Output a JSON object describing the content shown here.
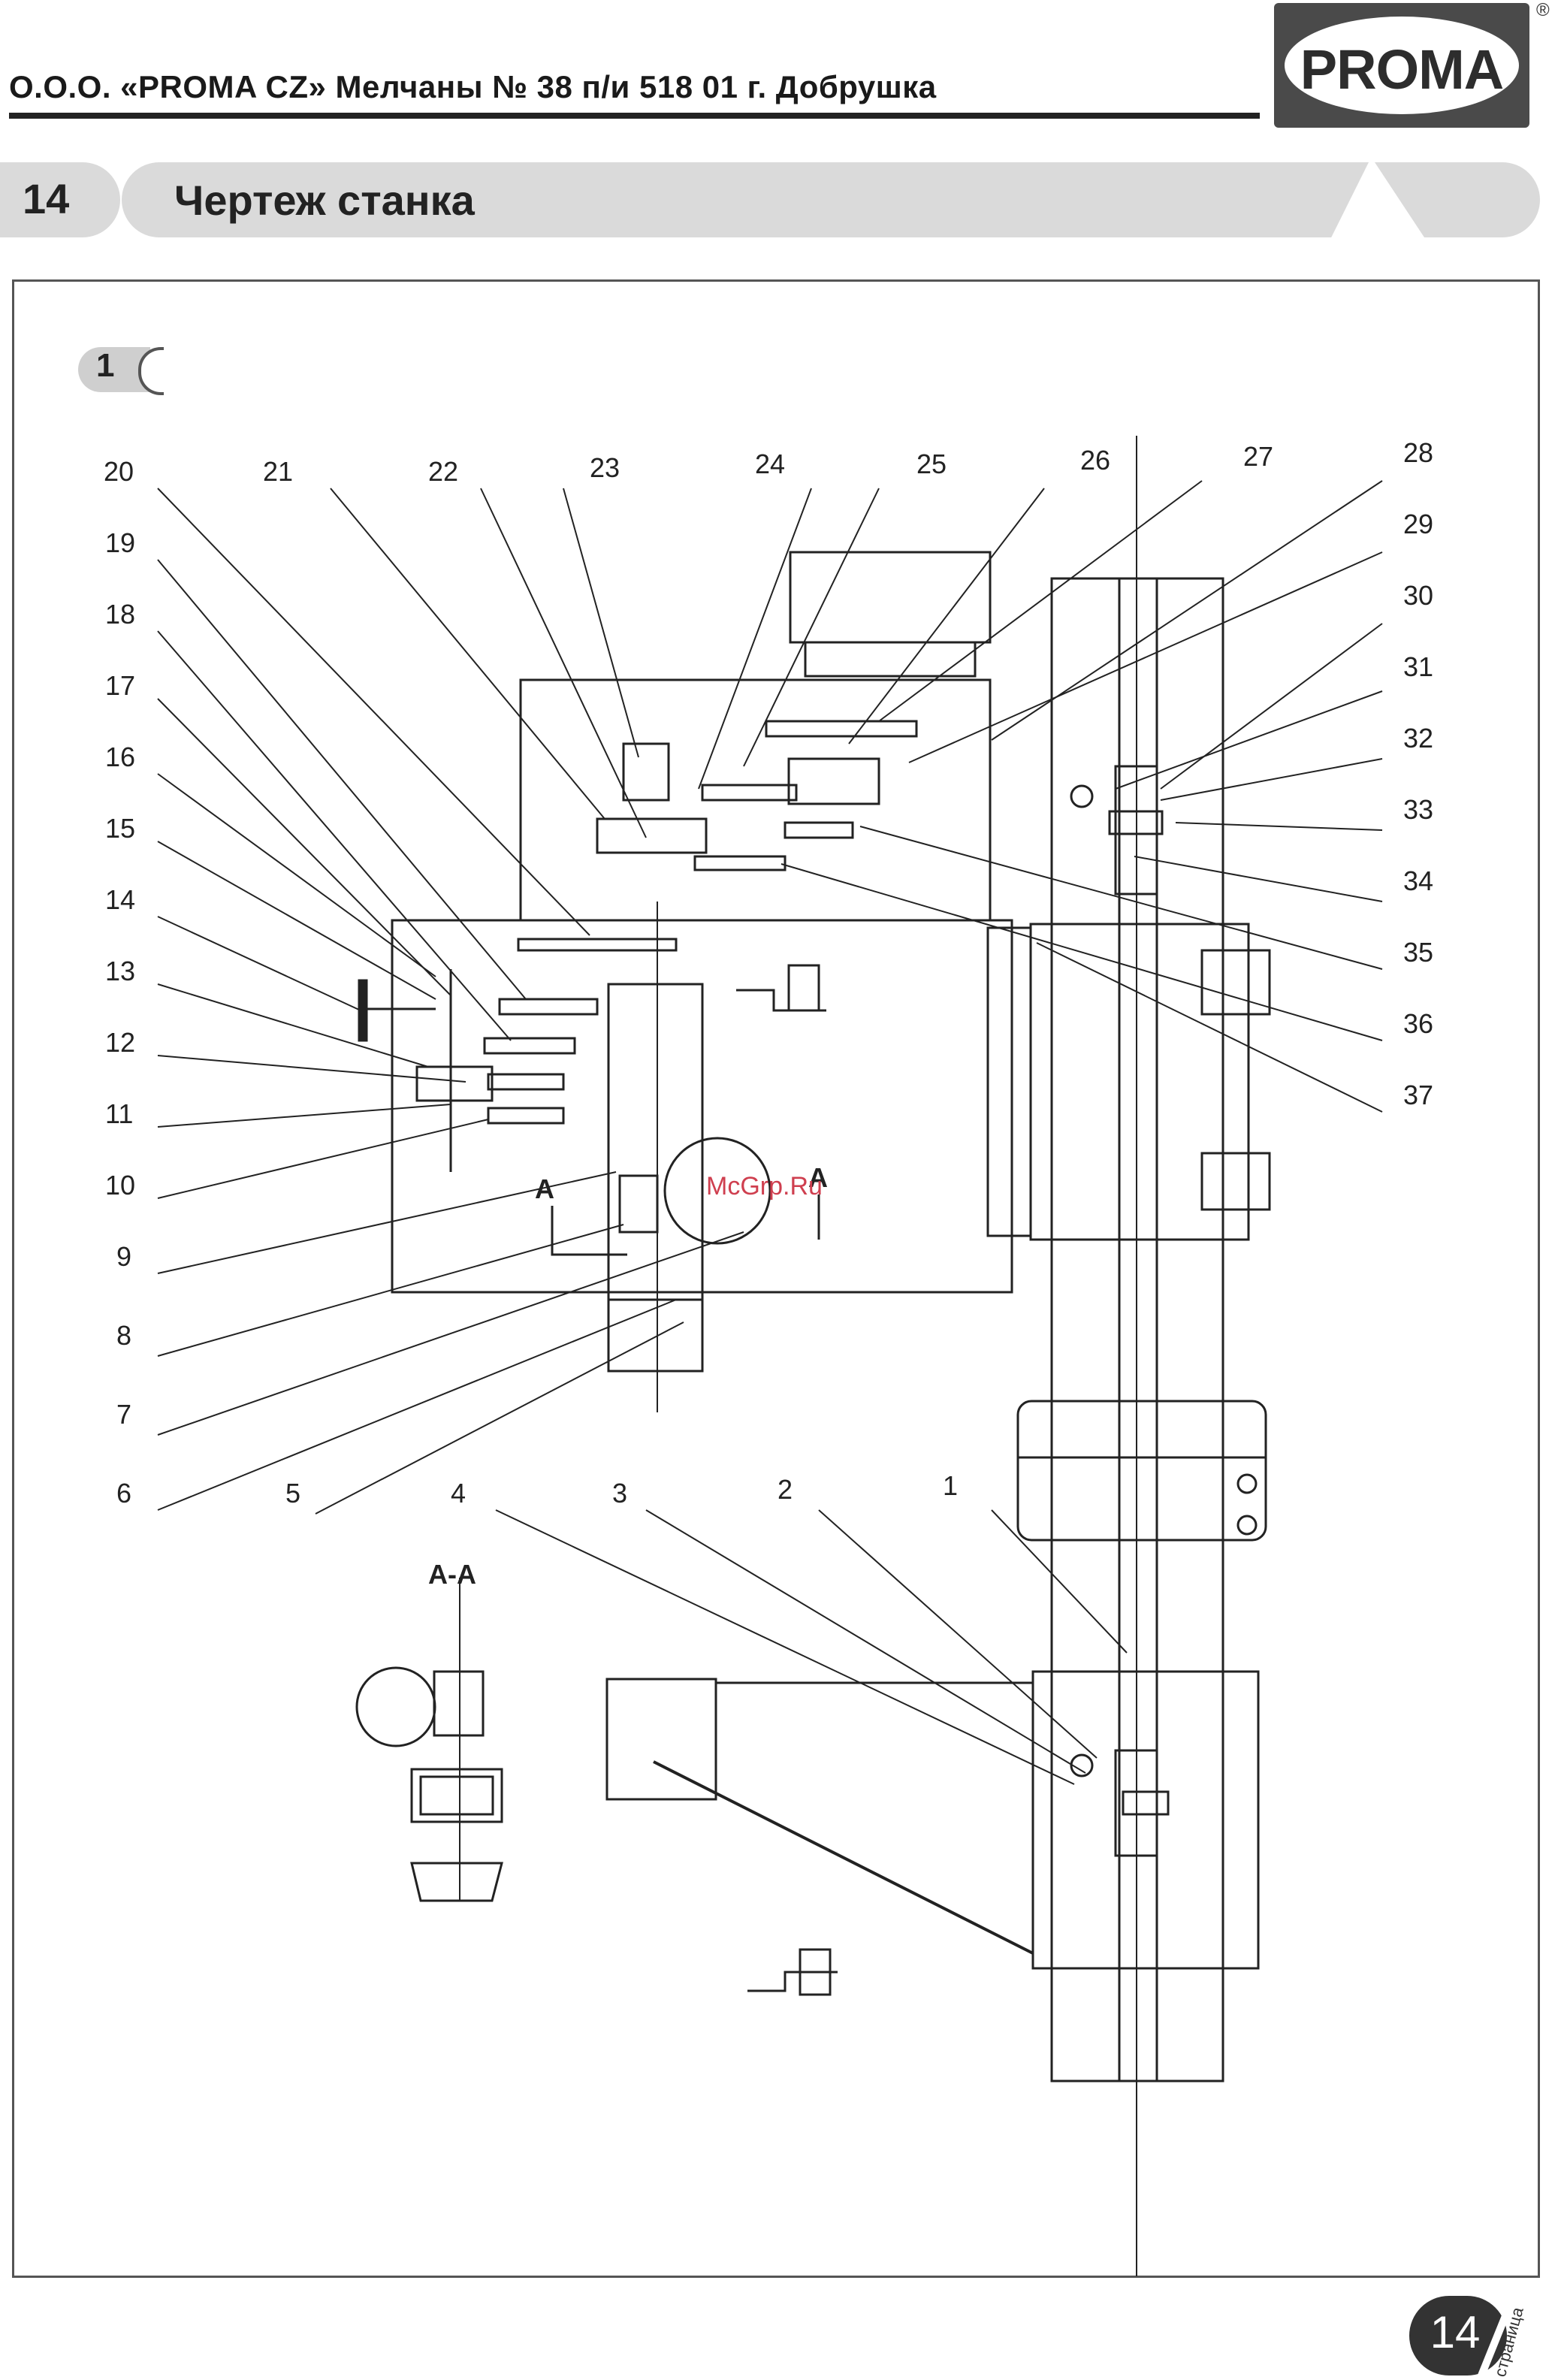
{
  "header": {
    "company": "О.О.О. «PROMA CZ» Мелчаны № 38 п/и 518 01 г. Добрушка",
    "logo_text": "PROMA",
    "reg_mark": "®"
  },
  "section": {
    "number": "14",
    "title": "Чертеж станка"
  },
  "figure": {
    "badge": "1",
    "section_label": "А-А",
    "cut_label_left": "А",
    "cut_label_right": "А",
    "watermark": "McGrp.Ru",
    "callouts_top": [
      "20",
      "21",
      "22",
      "23",
      "24",
      "25",
      "26",
      "27",
      "28"
    ],
    "callouts_left": [
      "19",
      "18",
      "17",
      "16",
      "15",
      "14",
      "13",
      "12",
      "11",
      "10",
      "9",
      "8",
      "7",
      "6"
    ],
    "callouts_right": [
      "29",
      "30",
      "31",
      "32",
      "33",
      "34",
      "35",
      "36",
      "37"
    ],
    "callouts_bottom": [
      "5",
      "4",
      "3",
      "2",
      "1"
    ]
  },
  "footer": {
    "page_number": "14",
    "page_word": "страница"
  }
}
